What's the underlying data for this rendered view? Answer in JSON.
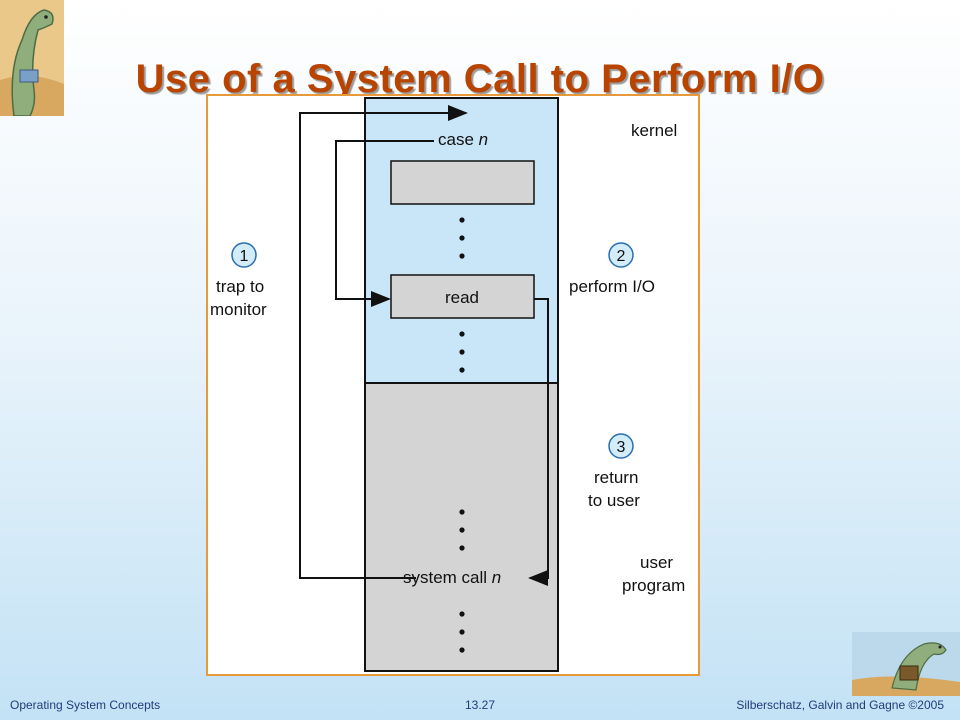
{
  "slide": {
    "title": "Use of a System Call to Perform I/O"
  },
  "diagram": {
    "kernel_label": "kernel",
    "user_program_label_line1": "user",
    "user_program_label_line2": "program",
    "case_label": "case ",
    "case_var": "n",
    "read_label": "read",
    "system_call_label": "system call ",
    "system_call_var": "n",
    "steps": [
      {
        "number": "1",
        "line1": "trap to",
        "line2": "monitor"
      },
      {
        "number": "2",
        "line1": "perform I/O",
        "line2": ""
      },
      {
        "number": "3",
        "line1": "return",
        "line2": "to user"
      }
    ],
    "colors": {
      "kernel_fill": "#c9e6f8",
      "user_fill": "#d4d4d4",
      "step_circle_fill": "#d3ecf9",
      "frame_border": "#e89a3a"
    }
  },
  "footer": {
    "left": "Operating System Concepts",
    "center": "13.27",
    "right": "Silberschatz, Galvin and Gagne ©2005"
  }
}
